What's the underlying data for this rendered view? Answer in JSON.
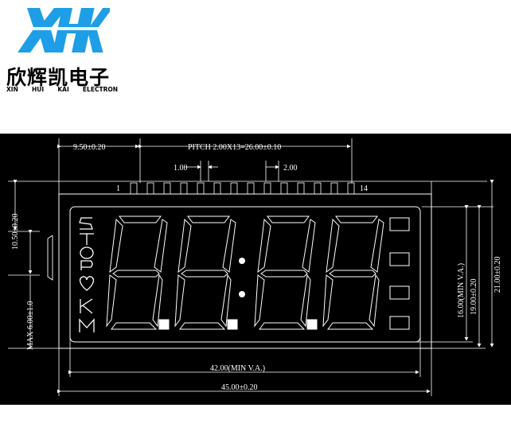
{
  "logo": {
    "mark_text": "XHK",
    "chinese_name": "欣辉凯电子",
    "english_words": [
      "XIN",
      "HUI",
      "KAI",
      "ELECTRON"
    ],
    "mark_color": "#1e9ee6"
  },
  "drawing": {
    "background": "#000000",
    "line_color": "#ffffff",
    "pin_label_first": "1",
    "pin_label_last": "14",
    "dimensions": {
      "first_pin_offset": "9.50±0.20",
      "pitch": "PITCH 2.00X13=26.00±0.10",
      "pin_width": "1.00",
      "pin_spacing": "2.00",
      "pin_height": "10.50±0.20",
      "thickness": "MAX 6.00±1.0",
      "va_height": "16.00(MIN V.A.)",
      "window_height": "19.00±0.20",
      "outline_height": "21.00±0.20",
      "va_width": "42.00(MIN V.A.)",
      "outline_width": "45.00±0.20"
    },
    "icons": {
      "stop_label": "STOP",
      "km_label": "KM",
      "heart": "heart-icon"
    },
    "digit_count": 4
  }
}
